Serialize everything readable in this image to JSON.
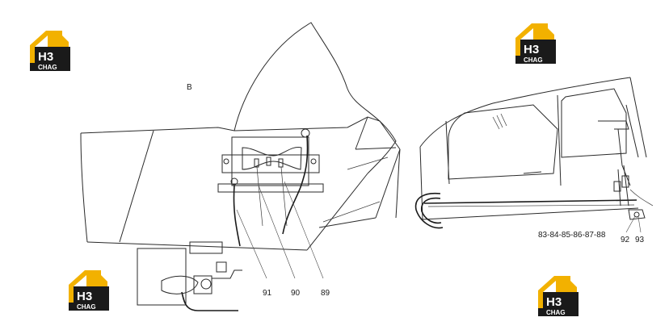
{
  "view_label": "B",
  "callouts": {
    "p91": "91",
    "p90": "90",
    "p89": "89",
    "p83_88": "83-84-85-86-87-88",
    "p92": "92",
    "p93": "93"
  },
  "logo": {
    "brand": "H3",
    "sub": "CHAG",
    "icon": "house-logo-icon",
    "colors": {
      "roof": "#f2b100",
      "box": "#1a1a1a",
      "text": "#ffffff"
    }
  }
}
